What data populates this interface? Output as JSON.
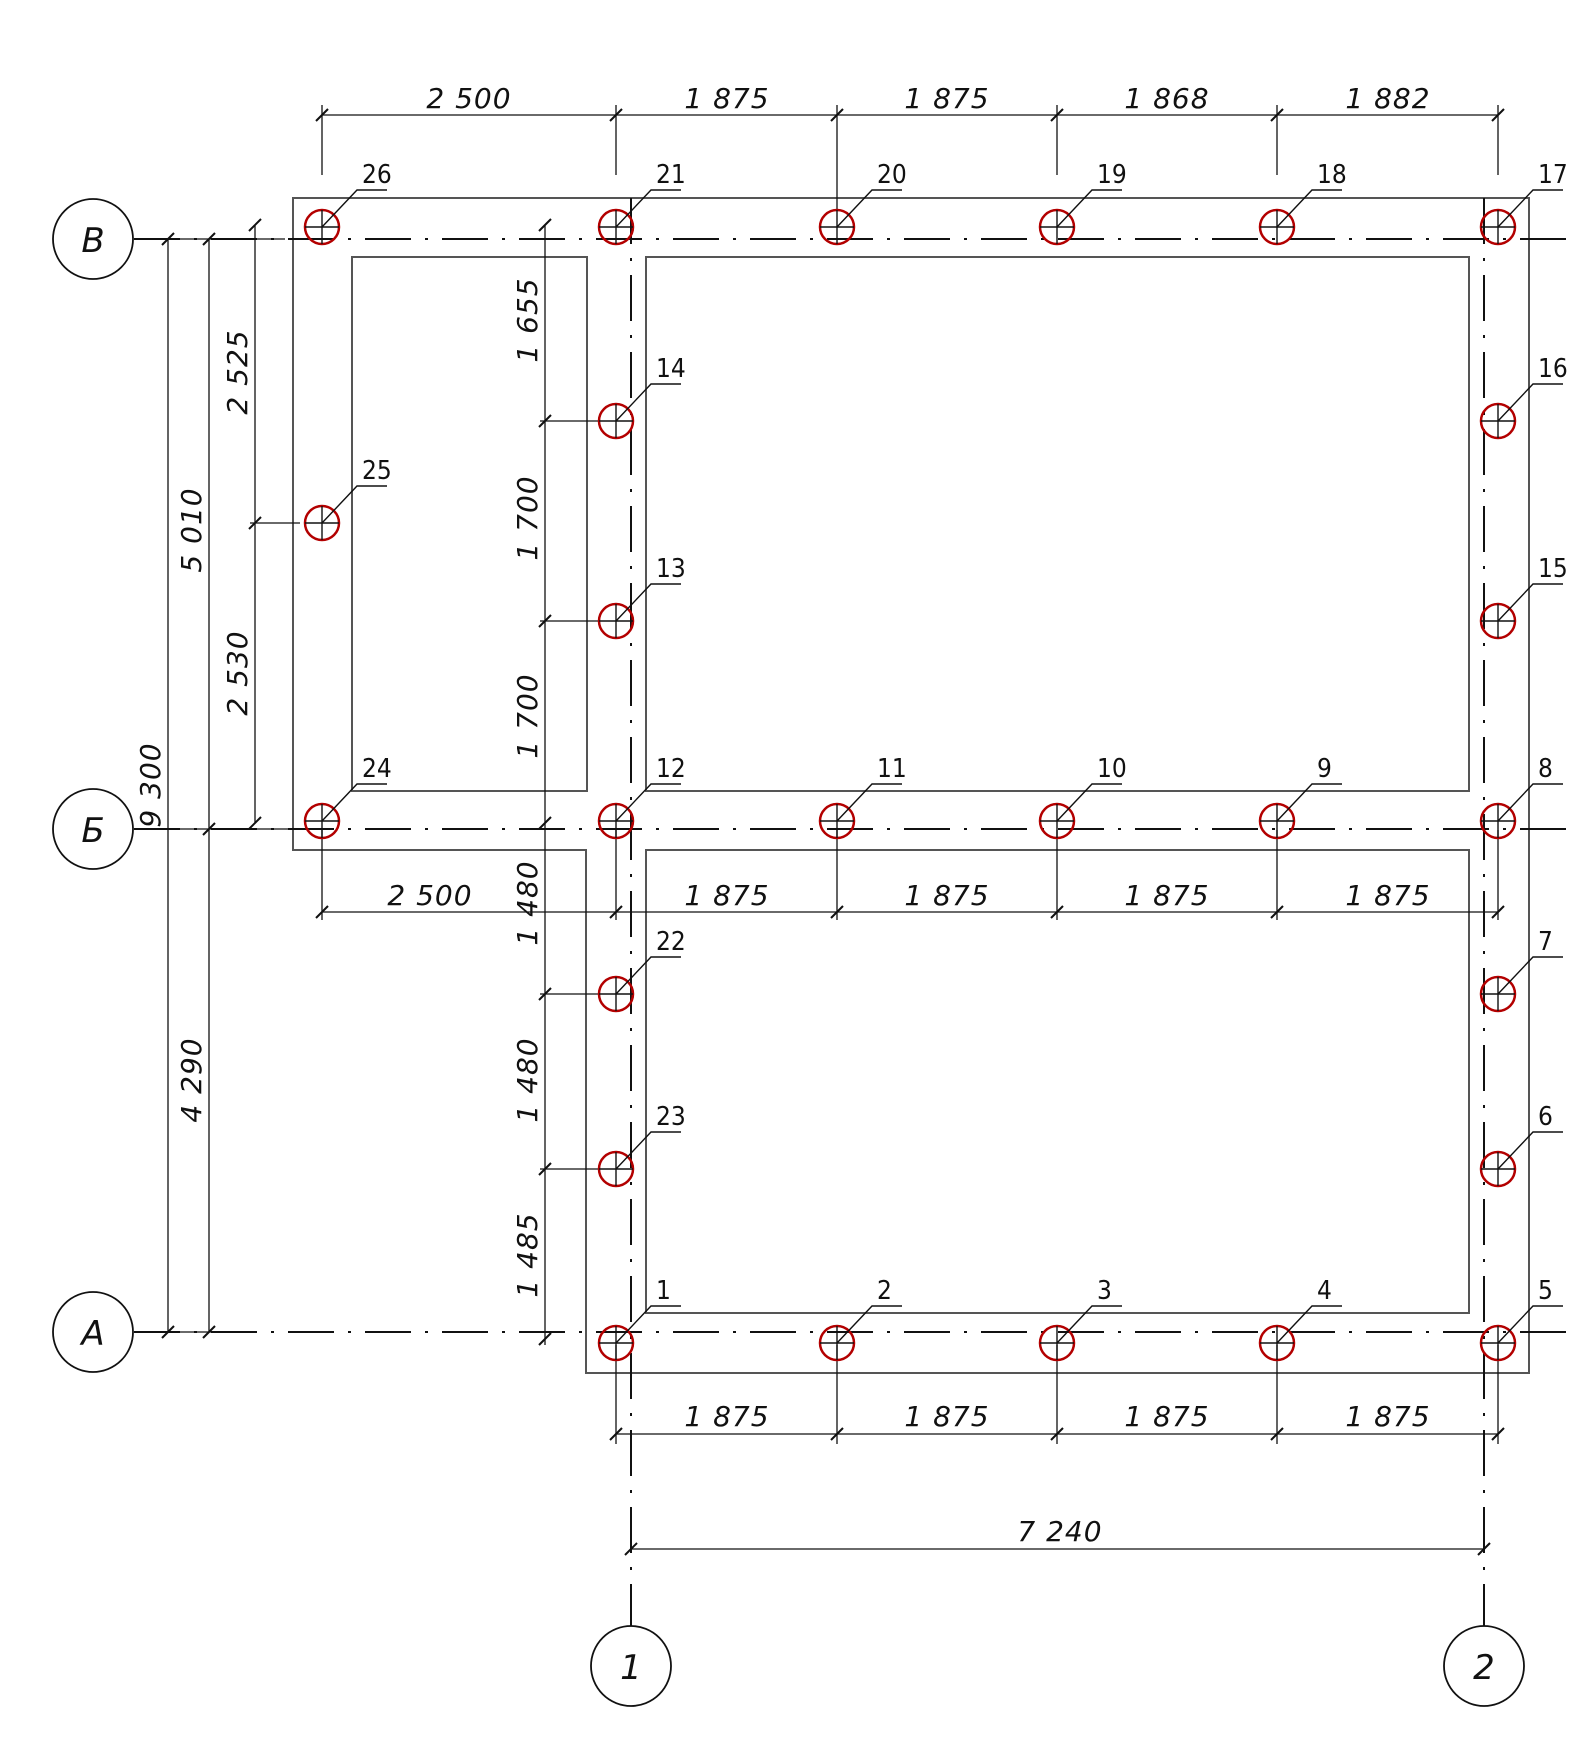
{
  "axes": {
    "rows": [
      {
        "label": "В"
      },
      {
        "label": "Б"
      },
      {
        "label": "А"
      }
    ],
    "columns": [
      {
        "label": "1"
      },
      {
        "label": "2"
      }
    ]
  },
  "dimensions": {
    "top": [
      "2 500",
      "1 875",
      "1 875",
      "1 868",
      "1 882"
    ],
    "middle": [
      "2 500",
      "1 875",
      "1 875",
      "1 875",
      "1 875"
    ],
    "bottom": [
      "1 875",
      "1 875",
      "1 875",
      "1 875"
    ],
    "overall_width": "7 240",
    "left_overall": "9 300",
    "left_upper": "5 010",
    "left_lower": "4 290",
    "left_wing": [
      "2 525",
      "2 530"
    ],
    "inner_upper": [
      "1 655",
      "1 700",
      "1 700"
    ],
    "inner_lower": [
      "1 480",
      "1 480",
      "1 485"
    ]
  },
  "piles": [
    "1",
    "2",
    "3",
    "4",
    "5",
    "6",
    "7",
    "8",
    "9",
    "10",
    "11",
    "12",
    "13",
    "14",
    "15",
    "16",
    "17",
    "18",
    "19",
    "20",
    "21",
    "22",
    "23",
    "24",
    "25",
    "26"
  ],
  "colors": {
    "pile_circle": "#b30000",
    "lines": "#111111",
    "outline": "#555555"
  }
}
